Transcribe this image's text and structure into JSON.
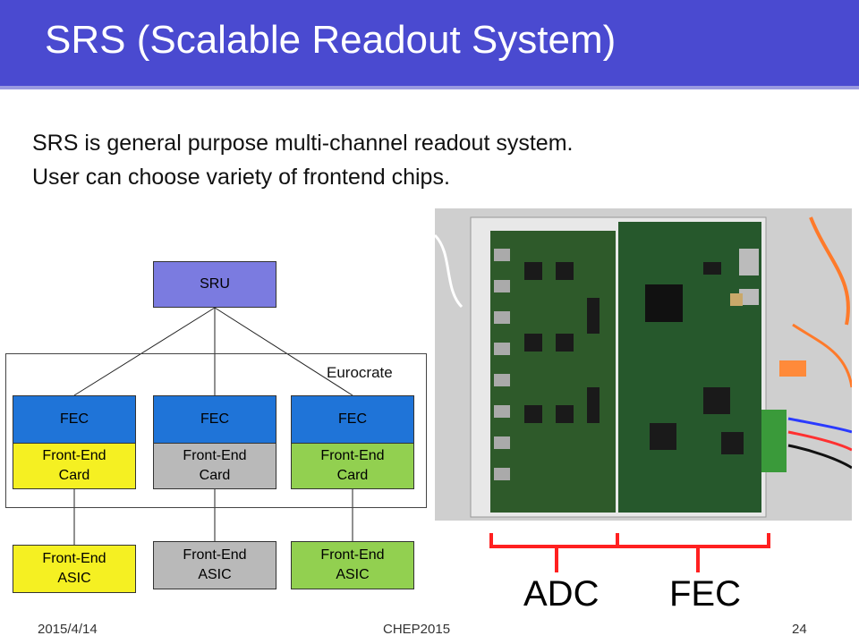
{
  "slide": {
    "title": "SRS (Scalable Readout System)",
    "bullets": [
      "SRS is general purpose multi-channel readout system.",
      "User can choose variety of frontend chips."
    ]
  },
  "diagram": {
    "sru_label": "SRU",
    "eurocrate_label": "Eurocrate",
    "fec_label": "FEC",
    "card_label_line1": "Front-End",
    "card_label_line2": "Card",
    "asic_label_line1": "Front-End",
    "asic_label_line2": "ASIC",
    "colors": {
      "sru": "#7b7be0",
      "fec": "#1f74d8",
      "yellow": "#f5f022",
      "gray": "#b9b9b9",
      "green": "#92d050",
      "brace": "#ff2020"
    }
  },
  "photo": {
    "adc_label": "ADC",
    "fec_label": "FEC"
  },
  "footer": {
    "date": "2015/4/14",
    "conference": "CHEP2015",
    "page": "24"
  }
}
